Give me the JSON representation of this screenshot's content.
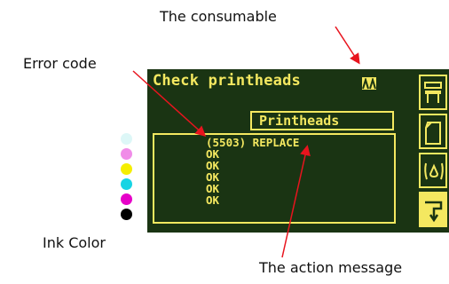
{
  "callouts": {
    "consumable": "The consumable",
    "error_code": "Error code",
    "ink_color": "Ink Color",
    "action_message": "The action message"
  },
  "screen": {
    "title": "Check printheads",
    "section_label": "Printheads",
    "rows": [
      {
        "text": "(5503) REPLACE",
        "ink": "light cyan",
        "color": "#ddf7f7"
      },
      {
        "text": "OK",
        "ink": "light magenta",
        "color": "#f08ce8"
      },
      {
        "text": "OK",
        "ink": "yellow",
        "color": "#f5ee00"
      },
      {
        "text": "OK",
        "ink": "cyan",
        "color": "#17d4e4"
      },
      {
        "text": "OK",
        "ink": "magenta",
        "color": "#e600c8"
      },
      {
        "text": "OK",
        "ink": "black",
        "color": "#000000"
      }
    ],
    "side_buttons": [
      "printer-icon",
      "paper-icon",
      "ink-drop-icon",
      "menu-arrow-icon"
    ]
  },
  "colors": {
    "lcd_background": "#1a3413",
    "lcd_foreground": "#f4e860",
    "arrow": "#e8141e"
  }
}
